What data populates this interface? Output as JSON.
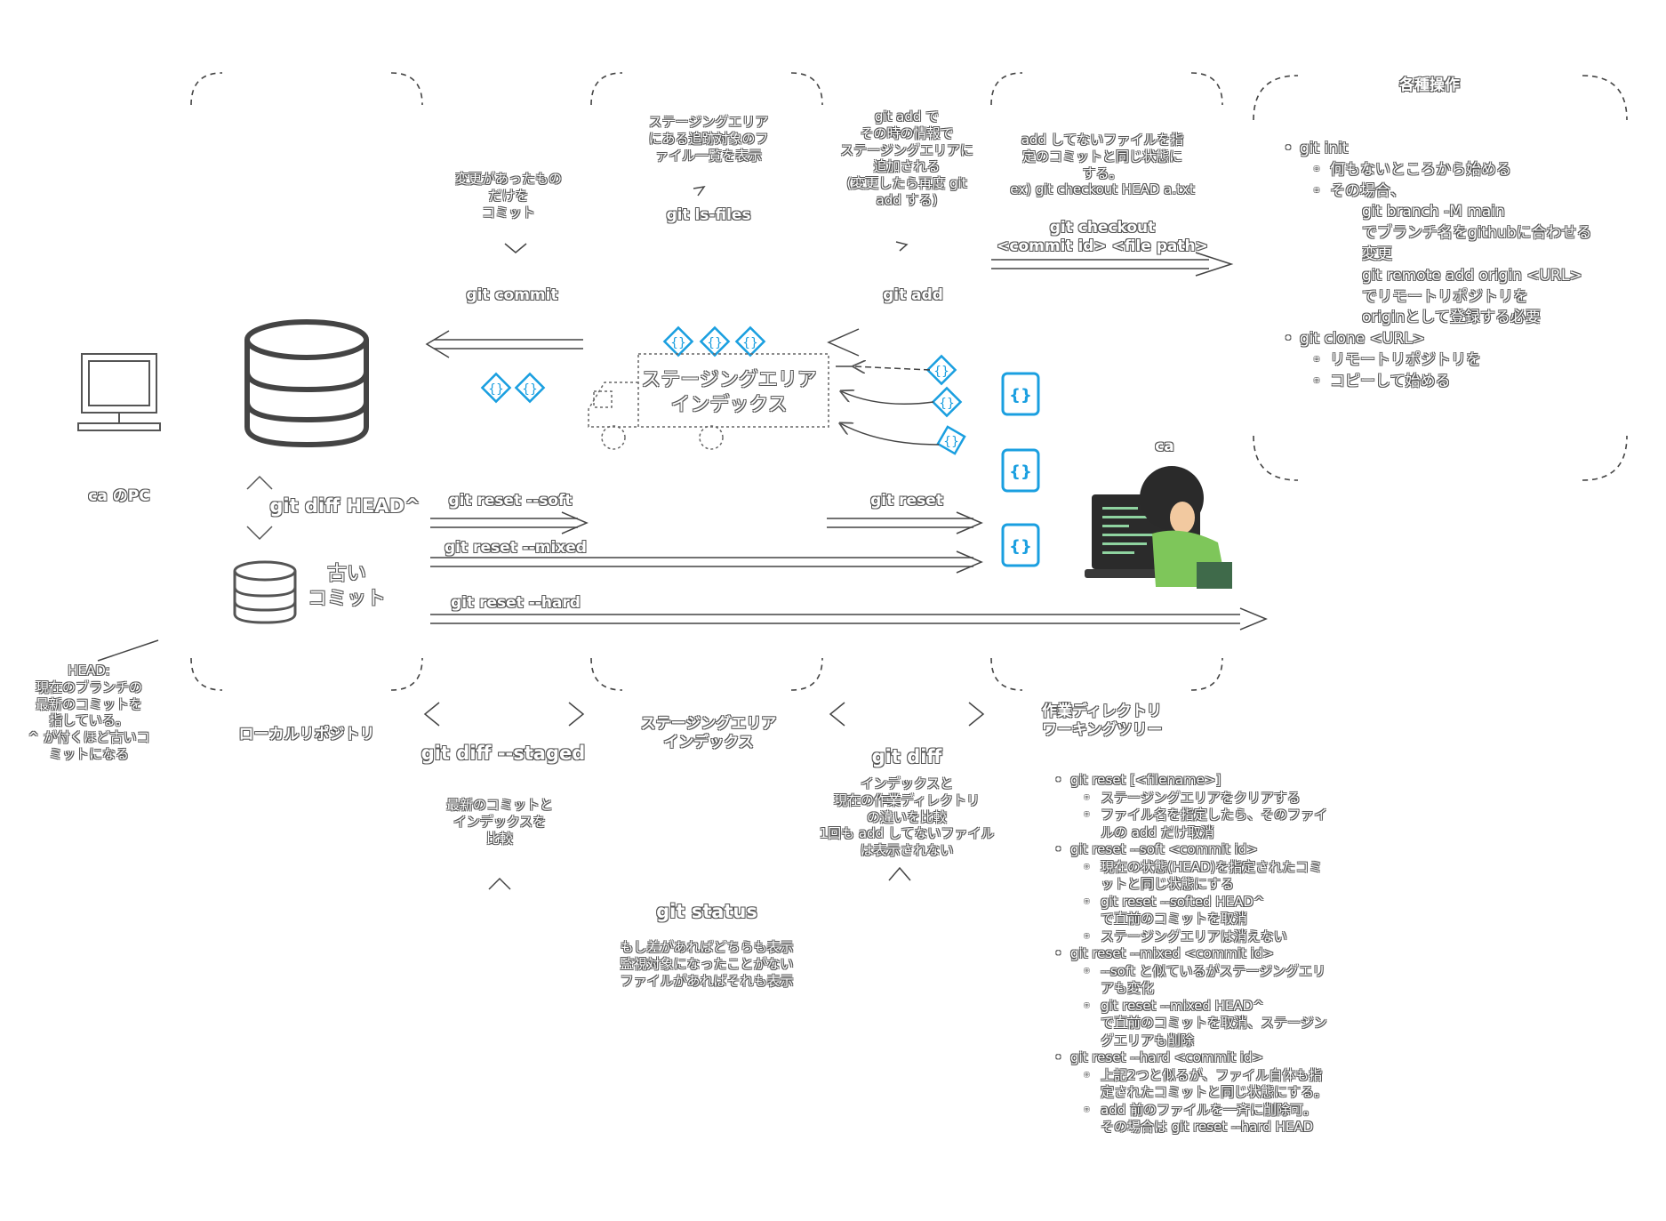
{
  "sections": {
    "local_repo": "ローカルリポジトリ",
    "staging": "ステージングエリア\nインデックス",
    "working_dir": "作業ディレクトリ\nワーキングツリー",
    "artifacts": "各種操作"
  },
  "labels": {
    "pc": "ca のPC",
    "user": "ca",
    "old_commit": "古い\nコミット",
    "truck": "ステージングエリア\nインデックス",
    "head_note": "HEAD:\n現在のブランチの\n最新のコミットを\n指している。\n^ が付くほど古いコ\nミットになる"
  },
  "commands": {
    "commit": "git commit",
    "commit_desc": "変更があったもの\nだけを\nコミット",
    "ls_files": "git ls-files",
    "ls_files_desc": "ステージングエリア\nにある追跡対象のフ\nァイル一覧を表示",
    "add": "git add",
    "add_desc": "git add で\nその時の情報で\nステージングエリアに\n追加される\n(変更したら再度 git\nadd する)",
    "checkout": "git checkout\n<commit id> <file path>",
    "checkout_desc": "add してないファイルを指\n定のコミットと同じ状態に\nする。\nex) git checkout HEAD a.txt",
    "diff_head": "git diff HEAD^",
    "reset_soft": "git reset --soft",
    "reset": "git reset",
    "reset_mixed": "git reset --mixed",
    "reset_hard": "git reset --hard",
    "diff_staged": "git diff --staged",
    "diff_staged_desc": "最新のコミットと\nインデックスを\n比較",
    "diff": "git diff",
    "diff_desc": "インデックスと\n現在の作業ディレクトリ\nの違いを比較\n1回も add してないファイル\nは表示されない",
    "status": "git status",
    "status_desc": "もし差があればどちらも表示\n監視対象になったことがない\nファイルがあればそれも表示"
  },
  "artifacts_list": [
    {
      "level": 1,
      "text": "git init"
    },
    {
      "level": 2,
      "text": "何もないところから始める"
    },
    {
      "level": 2,
      "text": "その場合、"
    },
    {
      "level": 3,
      "text": "git branch -M main"
    },
    {
      "level": 3,
      "text": "でブランチ名をgithubに合わせる"
    },
    {
      "level": 3,
      "text": "変更"
    },
    {
      "level": 3,
      "text": "git remote add origin <URL>"
    },
    {
      "level": 3,
      "text": "でリモートリポジトリを"
    },
    {
      "level": 3,
      "text": "originとして登録する必要"
    },
    {
      "level": 1,
      "text": "git clone <URL>"
    },
    {
      "level": 2,
      "text": "リモートリポジトリを"
    },
    {
      "level": 2,
      "text": "コピーして始める"
    }
  ],
  "reset_list": [
    {
      "level": 1,
      "text": "git reset [<filename>]"
    },
    {
      "level": 2,
      "text": "ステージングエリアをクリアする"
    },
    {
      "level": 2,
      "text": "ファイル名を指定したら、そのファイ\nルの add だけ取消"
    },
    {
      "level": 1,
      "text": "git reset --soft <commit id>"
    },
    {
      "level": 2,
      "text": "現在の状態(HEAD)を指定されたコミ\nットと同じ状態にする"
    },
    {
      "level": 2,
      "text": "git reset --softed HEAD^\nで直前のコミットを取消"
    },
    {
      "level": 2,
      "text": "ステージングエリアは消えない"
    },
    {
      "level": 1,
      "text": "git reset --mixed <commit id>"
    },
    {
      "level": 2,
      "text": "--soft と似ているがステージングエリ\nアも変化"
    },
    {
      "level": 2,
      "text": "git reset --mixed HEAD^\nで直前のコミットを取消、ステージン\nグエリアも削除"
    },
    {
      "level": 1,
      "text": "git reset --hard <commit id>"
    },
    {
      "level": 2,
      "text": "上記2つと似るが、ファイル自体も指\n定されたコミットと同じ状態にする。"
    },
    {
      "level": 2,
      "text": "add 前のファイルを一斉に削除可。\nその場合は git reset --hard HEAD"
    }
  ],
  "colors": {
    "accent": "#1a9fe0",
    "ink": "#444444",
    "outline": "#555555"
  },
  "icons": [
    "database-icon",
    "monitor-icon",
    "file-diamond-icon",
    "code-file-icon",
    "truck-icon",
    "person-at-computer-icon"
  ]
}
